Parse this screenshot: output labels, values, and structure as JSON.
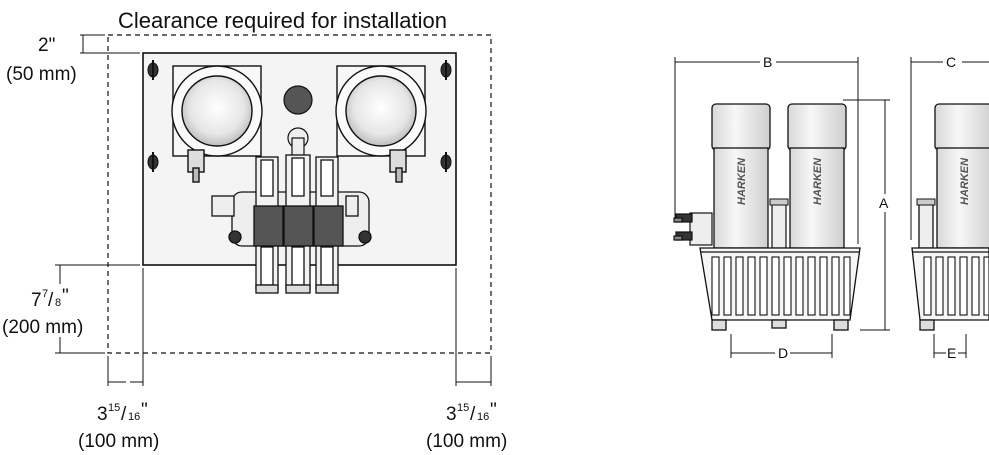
{
  "front_view": {
    "title": "Clearance required for installation",
    "top_clearance": {
      "imperial": "2\"",
      "metric": "(50 mm)"
    },
    "bottom_clearance": {
      "whole": "7",
      "numerator": "7",
      "denominator": "8",
      "inch_mark": "\"",
      "metric": "(200 mm)"
    },
    "left_clearance": {
      "whole": "3",
      "numerator": "15",
      "denominator": "16",
      "inch_mark": "\"",
      "metric": "(100 mm)"
    },
    "right_clearance": {
      "whole": "3",
      "numerator": "15",
      "denominator": "16",
      "inch_mark": "\"",
      "metric": "(100 mm)"
    }
  },
  "side_views": {
    "dimension_labels": {
      "a": "A",
      "b": "B",
      "c": "C",
      "d": "D",
      "e": "E"
    },
    "brand": "HARKEN"
  },
  "colors": {
    "line": "#111111",
    "dark_part": "#555555",
    "cylinder": "#eeeeee",
    "plate": "#f4f4f4"
  }
}
